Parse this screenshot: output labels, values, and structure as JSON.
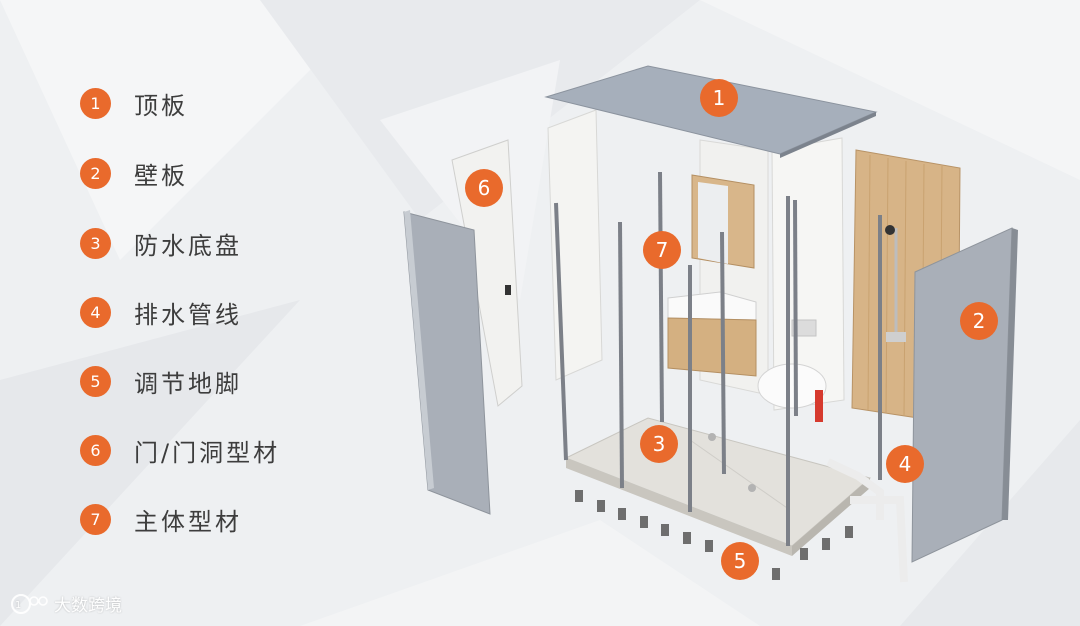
{
  "accent_color": "#e96a2c",
  "legend": [
    {
      "num": "1",
      "label": "顶板"
    },
    {
      "num": "2",
      "label": "壁板"
    },
    {
      "num": "3",
      "label": "防水底盘"
    },
    {
      "num": "4",
      "label": "排水管线"
    },
    {
      "num": "5",
      "label": "调节地脚"
    },
    {
      "num": "6",
      "label": "门/门洞型材"
    },
    {
      "num": "7",
      "label": "主体型材"
    }
  ],
  "callouts": {
    "c1": "1",
    "c2": "2",
    "c3": "3",
    "c4": "4",
    "c5": "5",
    "c6": "6",
    "c7": "7"
  },
  "watermark": {
    "text": "大数跨境",
    "logo": "1688-logo-icon"
  }
}
